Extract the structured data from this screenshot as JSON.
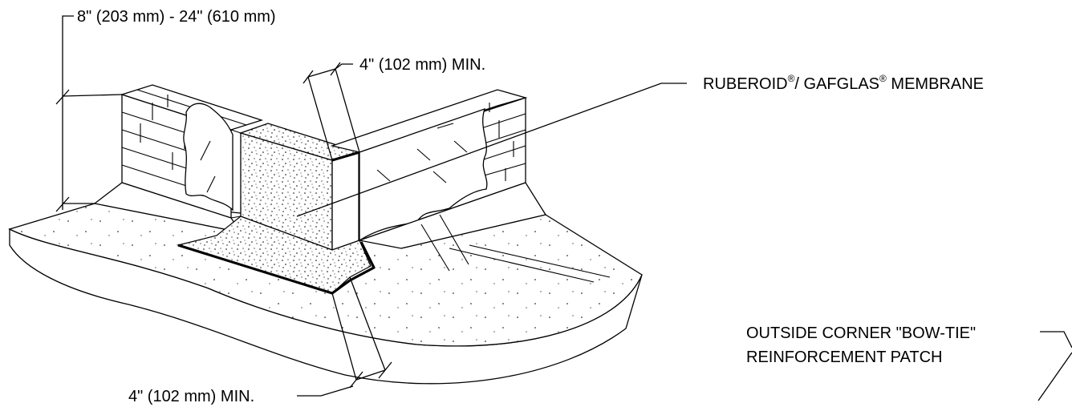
{
  "dimensions": {
    "wall_height": "8\" (203 mm) - 24\" (610 mm)",
    "top_lap": "4\" (102 mm) MIN.",
    "bottom_lap": "4\" (102 mm) MIN."
  },
  "callouts": {
    "membrane_part1": "RUBEROID",
    "membrane_reg1": "®",
    "membrane_part2": "/ GAFGLAS",
    "membrane_reg2": "®",
    "membrane_part3": " MEMBRANE",
    "patch_line1": "OUTSIDE CORNER \"BOW-TIE\"",
    "patch_line2": "REINFORCEMENT PATCH"
  }
}
